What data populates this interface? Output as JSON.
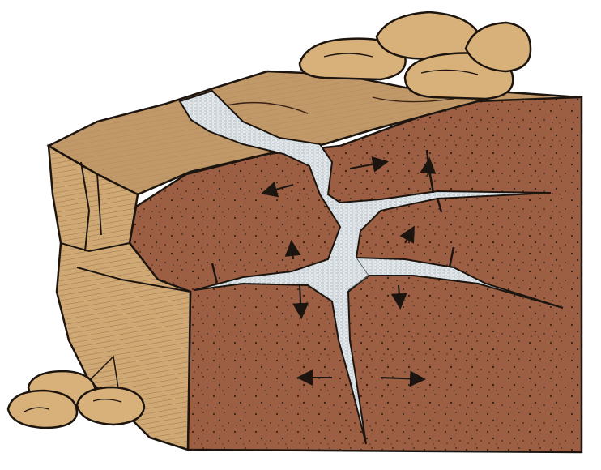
{
  "figure": {
    "subject": "frost-wedging-in-rock-block",
    "text_labels": []
  },
  "colors": {
    "background": "#ffffff",
    "rock_face": "#9c5f43",
    "rock_face_dark": "#7e4a33",
    "rock_top": "#c19868",
    "rock_side": "#cfa874",
    "boulder": "#d8b07a",
    "ice": "#dfe6ea",
    "ice_shade": "#9aa4aa",
    "outline": "#1c140e"
  },
  "elements": {
    "rock_block": {
      "icon": "rock-block"
    },
    "ice_crack": {
      "icon": "ice-filled-crack"
    },
    "boulders_top": {
      "icon": "boulder-pile",
      "count": 4
    },
    "boulders_bottom": {
      "icon": "rock-debris",
      "count": 3
    },
    "expansion_arrows": {
      "icon": "double-headed-arrow",
      "count": 9
    }
  }
}
